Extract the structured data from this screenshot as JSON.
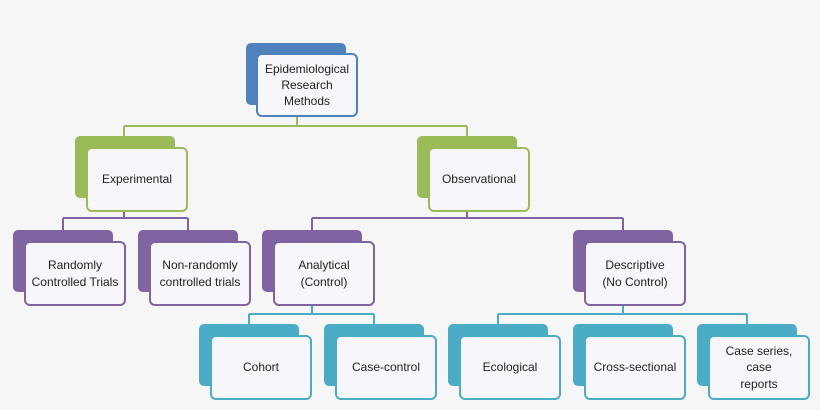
{
  "colors": {
    "root": "#4f81bd",
    "level1": "#9bbb59",
    "level2": "#8064a2",
    "level3": "#4bacc6"
  },
  "nodes": {
    "root": "Epidemiological\nResearch\nMethods",
    "experimental": "Experimental",
    "observational": "Observational",
    "rct": "Randomly\nControlled Trials",
    "nonrandom": "Non-randomly\ncontrolled trials",
    "analytical": "Analytical\n(Control)",
    "descriptive": "Descriptive\n(No Control)",
    "cohort": "Cohort",
    "casecontrol": "Case-control",
    "ecological": "Ecological",
    "crosssectional": "Cross-sectional",
    "caseseries": "Case series, case\nreports"
  }
}
